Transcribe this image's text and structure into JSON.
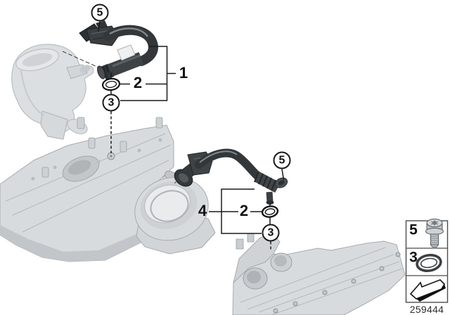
{
  "doc_number": "259444",
  "callouts": {
    "upper": {
      "five": "5",
      "one": "1",
      "two": "2",
      "three": "3"
    },
    "lower": {
      "five": "5",
      "four": "4",
      "two": "2",
      "three": "3"
    }
  },
  "legend": {
    "bolt_label": "5",
    "oring_label": "3",
    "icons": [
      "bolt-icon",
      "o-ring-icon",
      "direction-arrow-icon"
    ]
  },
  "colors": {
    "background": "#ffffff",
    "hose": "#33373a",
    "part_light": "#d8dbde",
    "part_stroke": "#a6abaf",
    "line": "#1a1a1a"
  }
}
